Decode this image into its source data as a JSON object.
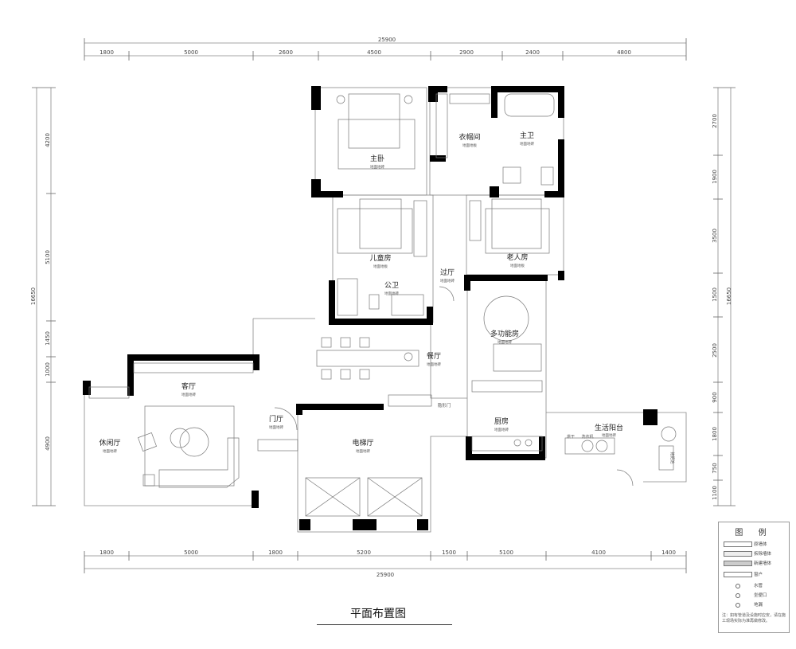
{
  "title": "平面布置图",
  "dimensions": {
    "top_total": "25900",
    "top": [
      "1800",
      "5000",
      "2600",
      "4500",
      "2900",
      "2400",
      "4800"
    ],
    "bottom_total": "25900",
    "bottom": [
      "1800",
      "5000",
      "1800",
      "5200",
      "1500",
      "5100",
      "4100",
      "1400"
    ],
    "left_total": "16650",
    "left": [
      "4200",
      "5100",
      "1450",
      "1000",
      "4900"
    ],
    "right_total": "16650",
    "right": [
      "2700",
      "1900",
      "3500",
      "1500",
      "2500",
      "900",
      "1800",
      "750",
      "1100"
    ]
  },
  "rooms": [
    {
      "name": "主卧",
      "sub": "地面地砖"
    },
    {
      "name": "衣帽间",
      "sub": "地面地板"
    },
    {
      "name": "主卫",
      "sub": "地面地砖"
    },
    {
      "name": "儿童房",
      "sub": "地面地板"
    },
    {
      "name": "老人房",
      "sub": "地面地板"
    },
    {
      "name": "公卫",
      "sub": "地面地砖"
    },
    {
      "name": "过厅",
      "sub": "地面地砖"
    },
    {
      "name": "多功能房",
      "sub": "地面地砖"
    },
    {
      "name": "餐厅",
      "sub": "地面地砖"
    },
    {
      "name": "客厅",
      "sub": "地面地砖"
    },
    {
      "name": "休闲厅",
      "sub": "地面地砖"
    },
    {
      "name": "门厅",
      "sub": "地面地砖"
    },
    {
      "name": "电梯厅",
      "sub": "地面地砖"
    },
    {
      "name": "厨房",
      "sub": "地面地砖"
    },
    {
      "name": "生活阳台",
      "sub": "地面地砖"
    }
  ],
  "labels": {
    "hidden_door": "隐形门",
    "washer": "洗衣机",
    "dryer": "烘干",
    "tank": "拖把池"
  },
  "legend": {
    "title": "图 例",
    "items": [
      "原墙体",
      "拆除墙体",
      "新建墙体",
      "窗户",
      "水管",
      "坐便口",
      "地漏"
    ],
    "note": "注：如有管道及设施时应安，请在施工现场实际为准再做修改。"
  }
}
